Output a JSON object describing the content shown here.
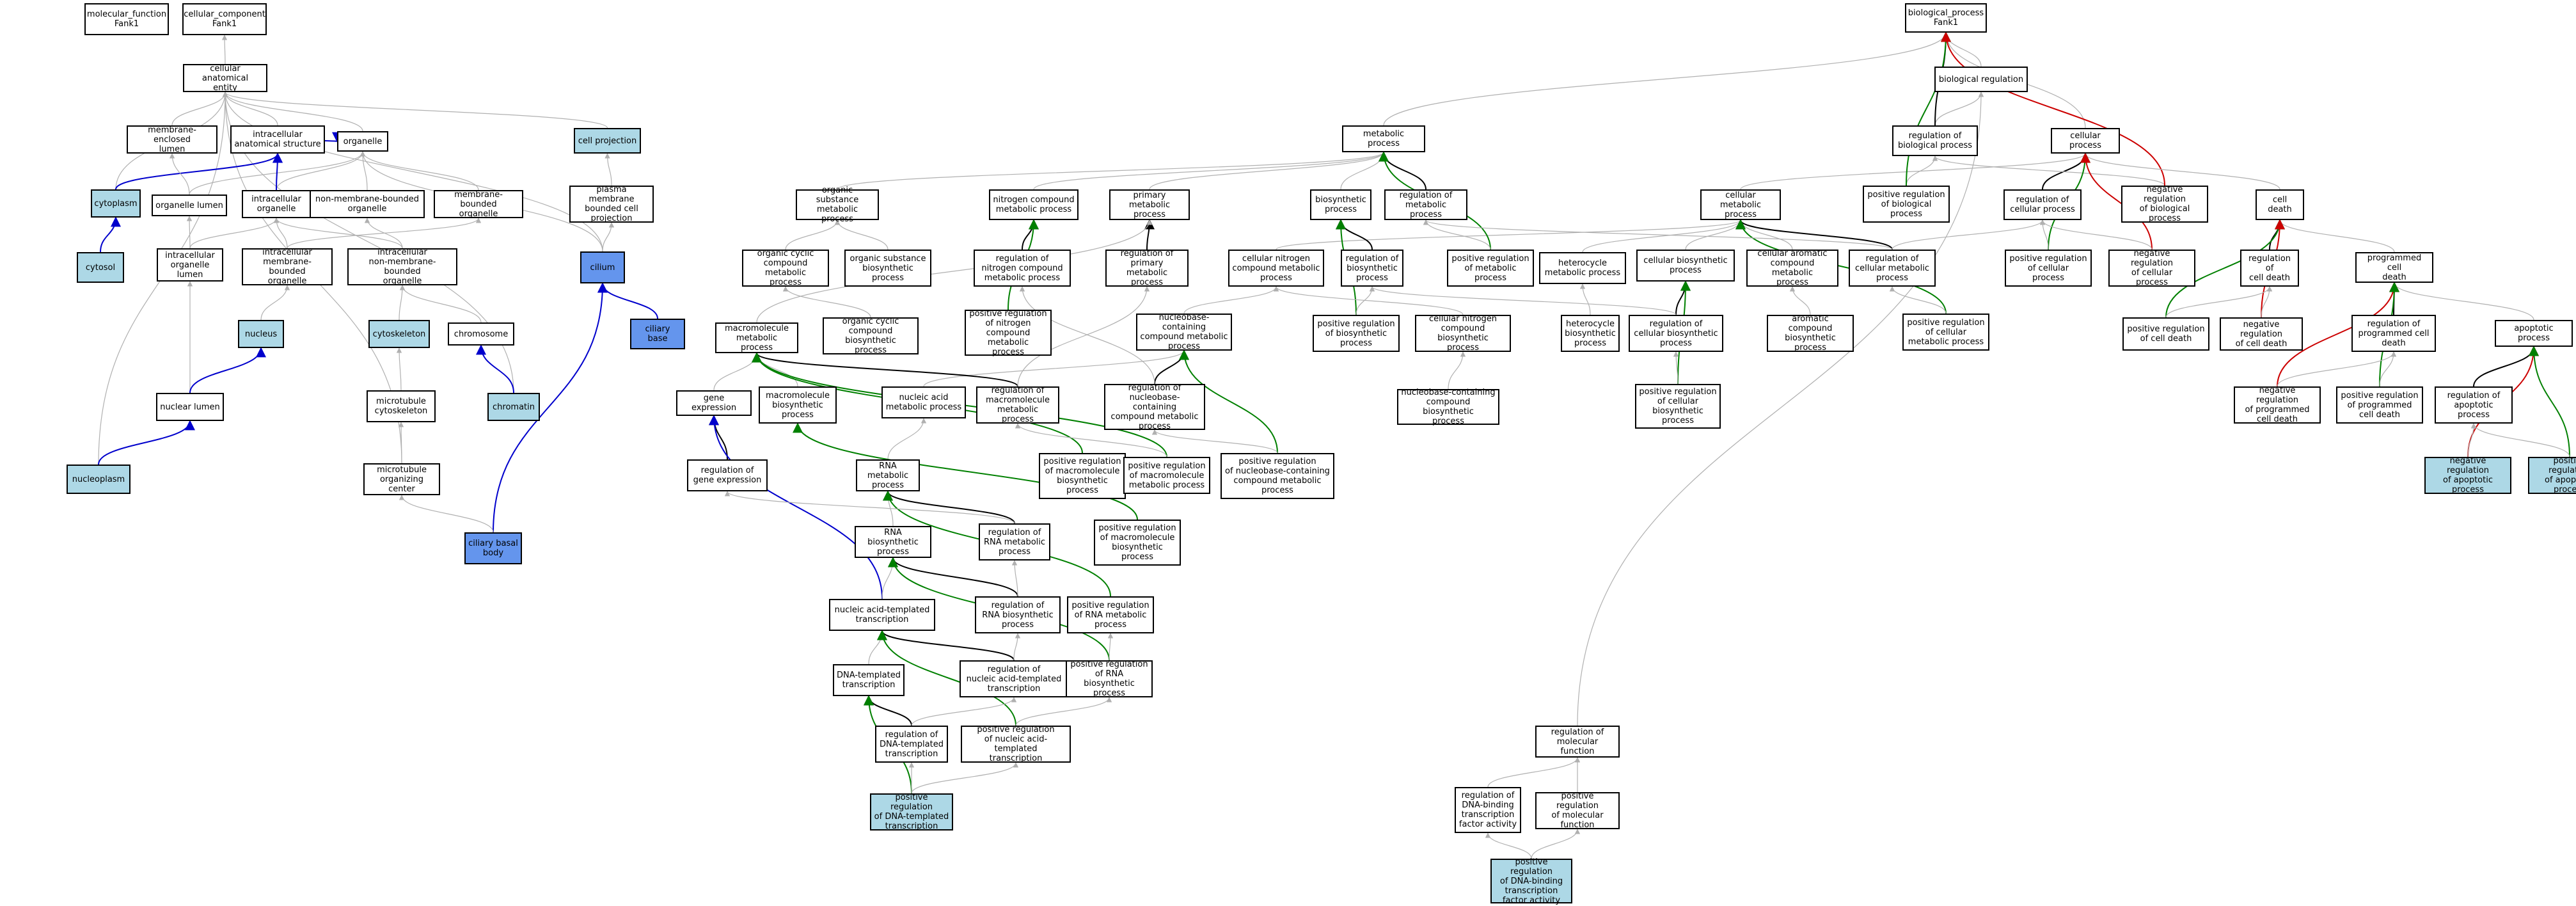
{
  "colors": {
    "is_a": "#b0b0b0",
    "part_of": "#0000cc",
    "regulates": "#000000",
    "positively_regulates": "#008000",
    "negatively_regulates": "#cc0000",
    "highlight_light": "#add8e6",
    "highlight_mid": "#6495ed"
  },
  "nodes": {
    "mf": "molecular_function\nFank1",
    "cc": "cellular_component\nFank1",
    "cae": "cellular anatomical\nentity",
    "mel": "membrane-enclosed\nlumen",
    "ias": "intracellular\nanatomical structure",
    "org": "organelle",
    "cp": "cell projection",
    "cyto": "cytoplasm",
    "ol": "organelle lumen",
    "io": "intracellular\norganelle",
    "nmbo": "non-membrane-bounded\norganelle",
    "mbo": "membrane-bounded\norganelle",
    "pmbcp": "plasma membrane\nbounded cell\nprojection",
    "cytosol": "cytosol",
    "iol": "intracellular\norganelle lumen",
    "imbo": "intracellular\nmembrane-bounded\norganelle",
    "inmbo": "intracellular\nnon-membrane-bounded\norganelle",
    "cilium": "cilium",
    "nucleus": "nucleus",
    "cytoskel": "cytoskeleton",
    "chromosome": "chromosome",
    "cbase": "ciliary base",
    "nl": "nuclear lumen",
    "mtcsk": "microtubule\ncytoskeleton",
    "chromatin": "chromatin",
    "nucleoplasm": "nucleoplasm",
    "moc": "microtubule\norganizing center",
    "cbb": "ciliary basal\nbody",
    "bp": "biological_process\nFank1",
    "breg": "biological regulation",
    "metab": "metabolic process",
    "rbp": "regulation of\nbiological process",
    "cellp": "cellular process",
    "osmp": "organic substance\nmetabolic process",
    "ncmp": "nitrogen compound\nmetabolic process",
    "pmp": "primary metabolic\nprocess",
    "bsp": "biosynthetic\nprocess",
    "rmp": "regulation of\nmetabolic process",
    "cmp": "cellular metabolic\nprocess",
    "prbp": "positive regulation\nof biological\nprocess",
    "rcp": "regulation of\ncellular process",
    "nrbp": "negative regulation\nof biological\nprocess",
    "celldeath": "cell death",
    "occmp": "organic cyclic\ncompound metabolic\nprocess",
    "osbp": "organic substance\nbiosynthetic\nprocess",
    "rncmp": "regulation of\nnitrogen compound\nmetabolic process",
    "rpmp": "regulation of\nprimary metabolic\nprocess",
    "cncmp": "cellular nitrogen\ncompound metabolic\nprocess",
    "rbsp": "regulation of\nbiosynthetic\nprocess",
    "prmp": "positive regulation\nof metabolic\nprocess",
    "hmp": "heterocycle\nmetabolic process",
    "cbsp": "cellular biosynthetic\nprocess",
    "cacmp": "cellular aromatic\ncompound metabolic\nprocess",
    "rcmp": "regulation of\ncellular metabolic\nprocess",
    "prcp": "positive regulation\nof cellular\nprocess",
    "nrcp": "negative regulation\nof cellular\nprocess",
    "rcd": "regulation of\ncell death",
    "pcd": "programmed cell\ndeath",
    "mmp": "macromolecule\nmetabolic process",
    "occbp": "organic cyclic\ncompound biosynthetic\nprocess",
    "prncmp": "positive regulation\nof nitrogen\ncompound metabolic\nprocess",
    "nccmp": "nucleobase-containing\ncompound metabolic\nprocess",
    "prbsp": "positive regulation\nof biosynthetic\nprocess",
    "cncbp": "cellular nitrogen\ncompound biosynthetic\nprocess",
    "hbp": "heterocycle\nbiosynthetic\nprocess",
    "rcbp": "regulation of\ncellular biosynthetic\nprocess",
    "acbp": "aromatic compound\nbiosynthetic\nprocess",
    "prcmp": "positive regulation\nof cellular\nmetabolic process",
    "prcd": "positive regulation\nof cell death",
    "nrcd": "negative regulation\nof cell death",
    "rpcd": "regulation of\nprogrammed cell\ndeath",
    "apop": "apoptotic process",
    "ge": "gene expression",
    "mbp": "macromolecule\nbiosynthetic\nprocess",
    "namp": "nucleic acid\nmetabolic process",
    "rmmp": "regulation of\nmacromolecule\nmetabolic process",
    "rnccmp": "regulation of\nnucleobase-containing\ncompound metabolic\nprocess",
    "nccbp": "nucleobase-containing\ncompound biosynthetic\nprocess",
    "prcbp": "positive regulation\nof cellular\nbiosynthetic\nprocess",
    "nrpcd": "negative regulation\nof programmed\ncell death",
    "prpcd": "positive regulation\nof programmed\ncell death",
    "rap": "regulation of\napoptotic process",
    "rge": "regulation of\ngene expression",
    "rnamp": "RNA metabolic\nprocess",
    "prmbp": "positive regulation\nof macromolecule\nbiosynthetic\nprocess",
    "prmmp": "positive regulation\nof macromolecule\nmetabolic process",
    "prnccmp": "positive regulation\nof nucleobase-containing\ncompound metabolic\nprocess",
    "nrap": "negative regulation\nof apoptotic\nprocess",
    "prap": "positive regulation\nof apoptotic\nprocess",
    "rnabp": "RNA biosynthetic\nprocess",
    "rrmp": "regulation of\nRNA metabolic\nprocess",
    "prmbp2": "positive regulation\nof macromolecule\nbiosynthetic\nprocess",
    "nat": "nucleic acid-templated\ntranscription",
    "rrbp": "regulation of\nRNA biosynthetic\nprocess",
    "prrmp": "positive regulation\nof RNA metabolic\nprocess",
    "dtt": "DNA-templated\ntranscription",
    "rnat": "regulation of\nnucleic acid-templated\ntranscription",
    "prrbp": "positive regulation\nof RNA biosynthetic\nprocess",
    "rdtt": "regulation of\nDNA-templated\ntranscription",
    "prnat": "positive regulation\nof nucleic acid-templated\ntranscription",
    "prdtt": "positive regulation\nof DNA-templated\ntranscription",
    "rmf": "regulation of\nmolecular function",
    "rdbtfa": "regulation of\nDNA-binding\ntranscription\nfactor activity",
    "prmf": "positive regulation\nof molecular\nfunction",
    "prdbtfa": "positive regulation\nof DNA-binding\ntranscription\nfactor activity"
  },
  "edges": [
    [
      "cc",
      "cae",
      "is_a"
    ],
    [
      "cae",
      "mel",
      "is_a"
    ],
    [
      "cae",
      "ias",
      "is_a"
    ],
    [
      "cae",
      "org",
      "is_a"
    ],
    [
      "cae",
      "cp",
      "is_a"
    ],
    [
      "cae",
      "cyto",
      "is_a"
    ],
    [
      "cae",
      "nucleoplasm",
      "is_a"
    ],
    [
      "cae",
      "moc",
      "is_a"
    ],
    [
      "cae",
      "chromatin",
      "is_a"
    ],
    [
      "cae",
      "cilium",
      "is_a"
    ],
    [
      "ias",
      "cyto",
      "part_of"
    ],
    [
      "org",
      "ias",
      "part_of"
    ],
    [
      "org",
      "ol",
      "is_a"
    ],
    [
      "org",
      "io",
      "is_a"
    ],
    [
      "org",
      "nmbo",
      "is_a"
    ],
    [
      "org",
      "mbo",
      "is_a"
    ],
    [
      "ias",
      "io",
      "part_of"
    ],
    [
      "cp",
      "pmbcp",
      "is_a"
    ],
    [
      "pmbcp",
      "cilium",
      "is_a"
    ],
    [
      "cyto",
      "cytosol",
      "part_of"
    ],
    [
      "mel",
      "ol",
      "is_a"
    ],
    [
      "ol",
      "iol",
      "is_a"
    ],
    [
      "io",
      "iol",
      "is_a"
    ],
    [
      "io",
      "imbo",
      "is_a"
    ],
    [
      "io",
      "inmbo",
      "is_a"
    ],
    [
      "mbo",
      "imbo",
      "is_a"
    ],
    [
      "nmbo",
      "inmbo",
      "is_a"
    ],
    [
      "org",
      "cilium",
      "is_a"
    ],
    [
      "cilium",
      "cbase",
      "part_of"
    ],
    [
      "imbo",
      "nucleus",
      "is_a"
    ],
    [
      "inmbo",
      "cytoskel",
      "is_a"
    ],
    [
      "inmbo",
      "chromosome",
      "is_a"
    ],
    [
      "iol",
      "nl",
      "is_a"
    ],
    [
      "nucleus",
      "nl",
      "part_of"
    ],
    [
      "cytoskel",
      "mtcsk",
      "is_a"
    ],
    [
      "chromosome",
      "chromatin",
      "part_of"
    ],
    [
      "nl",
      "nucleoplasm",
      "part_of"
    ],
    [
      "mtcsk",
      "moc",
      "is_a"
    ],
    [
      "cilium",
      "cbb",
      "part_of"
    ],
    [
      "moc",
      "cbb",
      "is_a"
    ],
    [
      "bp",
      "breg",
      "is_a"
    ],
    [
      "bp",
      "metab",
      "is_a"
    ],
    [
      "breg",
      "rbp",
      "is_a"
    ],
    [
      "bp",
      "rbp",
      "regulates"
    ],
    [
      "bp",
      "cellp",
      "is_a"
    ],
    [
      "metab",
      "osmp",
      "is_a"
    ],
    [
      "metab",
      "ncmp",
      "is_a"
    ],
    [
      "metab",
      "pmp",
      "is_a"
    ],
    [
      "metab",
      "bsp",
      "is_a"
    ],
    [
      "metab",
      "rmp",
      "regulates"
    ],
    [
      "cellp",
      "cmp",
      "is_a"
    ],
    [
      "rbp",
      "prbp",
      "is_a"
    ],
    [
      "bp",
      "prbp",
      "positively_regulates"
    ],
    [
      "cellp",
      "rcp",
      "regulates"
    ],
    [
      "rbp",
      "nrbp",
      "is_a"
    ],
    [
      "bp",
      "nrbp",
      "negatively_regulates"
    ],
    [
      "cellp",
      "celldeath",
      "is_a"
    ],
    [
      "osmp",
      "occmp",
      "is_a"
    ],
    [
      "osmp",
      "osbp",
      "is_a"
    ],
    [
      "ncmp",
      "rncmp",
      "regulates"
    ],
    [
      "pmp",
      "rpmp",
      "regulates"
    ],
    [
      "cmp",
      "cncmp",
      "is_a"
    ],
    [
      "bsp",
      "rbsp",
      "regulates"
    ],
    [
      "metab",
      "prmp",
      "positively_regulates"
    ],
    [
      "cmp",
      "hmp",
      "is_a"
    ],
    [
      "cmp",
      "cbsp",
      "is_a"
    ],
    [
      "cmp",
      "cacmp",
      "is_a"
    ],
    [
      "cmp",
      "rcmp",
      "regulates"
    ],
    [
      "cellp",
      "prcp",
      "positively_regulates"
    ],
    [
      "cellp",
      "nrcp",
      "negatively_regulates"
    ],
    [
      "celldeath",
      "rcd",
      "regulates"
    ],
    [
      "celldeath",
      "pcd",
      "is_a"
    ],
    [
      "pmp",
      "mmp",
      "is_a"
    ],
    [
      "occmp",
      "occbp",
      "is_a"
    ],
    [
      "ncmp",
      "prncmp",
      "positively_regulates"
    ],
    [
      "cncmp",
      "nccmp",
      "is_a"
    ],
    [
      "bsp",
      "prbsp",
      "positively_regulates"
    ],
    [
      "cncmp",
      "cncbp",
      "is_a"
    ],
    [
      "hmp",
      "hbp",
      "is_a"
    ],
    [
      "cbsp",
      "rcbp",
      "regulates"
    ],
    [
      "cacmp",
      "acbp",
      "is_a"
    ],
    [
      "cmp",
      "prcmp",
      "positively_regulates"
    ],
    [
      "celldeath",
      "prcd",
      "positively_regulates"
    ],
    [
      "celldeath",
      "nrcd",
      "negatively_regulates"
    ],
    [
      "pcd",
      "rpcd",
      "regulates"
    ],
    [
      "pcd",
      "apop",
      "is_a"
    ],
    [
      "mmp",
      "ge",
      "is_a"
    ],
    [
      "mmp",
      "mbp",
      "is_a"
    ],
    [
      "nccmp",
      "namp",
      "is_a"
    ],
    [
      "mmp",
      "rmmp",
      "regulates"
    ],
    [
      "nccmp",
      "rnccmp",
      "regulates"
    ],
    [
      "cncbp",
      "nccbp",
      "is_a"
    ],
    [
      "cbsp",
      "prcbp",
      "positively_regulates"
    ],
    [
      "pcd",
      "nrpcd",
      "negatively_regulates"
    ],
    [
      "pcd",
      "prpcd",
      "positively_regulates"
    ],
    [
      "apop",
      "rap",
      "regulates"
    ],
    [
      "ge",
      "rge",
      "regulates"
    ],
    [
      "namp",
      "rnamp",
      "is_a"
    ],
    [
      "mmp",
      "prmbp",
      "positively_regulates"
    ],
    [
      "mmp",
      "prmmp",
      "positively_regulates"
    ],
    [
      "nccmp",
      "prnccmp",
      "positively_regulates"
    ],
    [
      "apop",
      "nrap",
      "negatively_regulates"
    ],
    [
      "apop",
      "prap",
      "positively_regulates"
    ],
    [
      "rnamp",
      "rnabp",
      "is_a"
    ],
    [
      "rnamp",
      "rrmp",
      "regulates"
    ],
    [
      "mbp",
      "prmbp2",
      "positively_regulates"
    ],
    [
      "ge",
      "nat",
      "part_of"
    ],
    [
      "rnabp",
      "nat",
      "is_a"
    ],
    [
      "rnabp",
      "rrbp",
      "regulates"
    ],
    [
      "rnamp",
      "prrmp",
      "positively_regulates"
    ],
    [
      "nat",
      "dtt",
      "is_a"
    ],
    [
      "nat",
      "rnat",
      "regulates"
    ],
    [
      "rnabp",
      "prrbp",
      "positively_regulates"
    ],
    [
      "dtt",
      "rdtt",
      "regulates"
    ],
    [
      "nat",
      "prnat",
      "positively_regulates"
    ],
    [
      "dtt",
      "prdtt",
      "positively_regulates"
    ],
    [
      "breg",
      "rmf",
      "is_a"
    ],
    [
      "rmf",
      "rdbtfa",
      "is_a"
    ],
    [
      "rmf",
      "prmf",
      "is_a"
    ],
    [
      "rdbtfa",
      "prdbtfa",
      "is_a"
    ],
    [
      "prmf",
      "prdbtfa",
      "is_a"
    ],
    [
      "rap",
      "nrap",
      "is_a"
    ],
    [
      "rap",
      "prap",
      "is_a"
    ],
    [
      "rpcd",
      "nrpcd",
      "is_a"
    ],
    [
      "rpcd",
      "prpcd",
      "is_a"
    ],
    [
      "rcd",
      "nrcd",
      "is_a"
    ],
    [
      "rcd",
      "prcd",
      "is_a"
    ],
    [
      "rcp",
      "nrcp",
      "is_a"
    ],
    [
      "rcp",
      "prcp",
      "is_a"
    ],
    [
      "rcp",
      "rcmp",
      "is_a"
    ],
    [
      "rmp",
      "rcmp",
      "is_a"
    ],
    [
      "rmp",
      "prmp",
      "is_a"
    ],
    [
      "rcmp",
      "prcmp",
      "is_a"
    ],
    [
      "rbsp",
      "prbsp",
      "is_a"
    ],
    [
      "rbsp",
      "rcbp",
      "is_a"
    ],
    [
      "rcbp",
      "prcbp",
      "is_a"
    ],
    [
      "rmmp",
      "prmmp",
      "is_a"
    ],
    [
      "rge",
      "rrmp",
      "is_a"
    ],
    [
      "rrmp",
      "rrbp",
      "is_a"
    ],
    [
      "rrbp",
      "rnat",
      "is_a"
    ],
    [
      "rnat",
      "rdtt",
      "is_a"
    ],
    [
      "prrmp",
      "prrbp",
      "is_a"
    ],
    [
      "prrbp",
      "prnat",
      "is_a"
    ],
    [
      "prnat",
      "prdtt",
      "is_a"
    ],
    [
      "rdtt",
      "prdtt",
      "is_a"
    ],
    [
      "rncmp",
      "rnccmp",
      "is_a"
    ],
    [
      "rnccmp",
      "prnccmp",
      "is_a"
    ],
    [
      "rpmp",
      "rmmp",
      "is_a"
    ]
  ]
}
